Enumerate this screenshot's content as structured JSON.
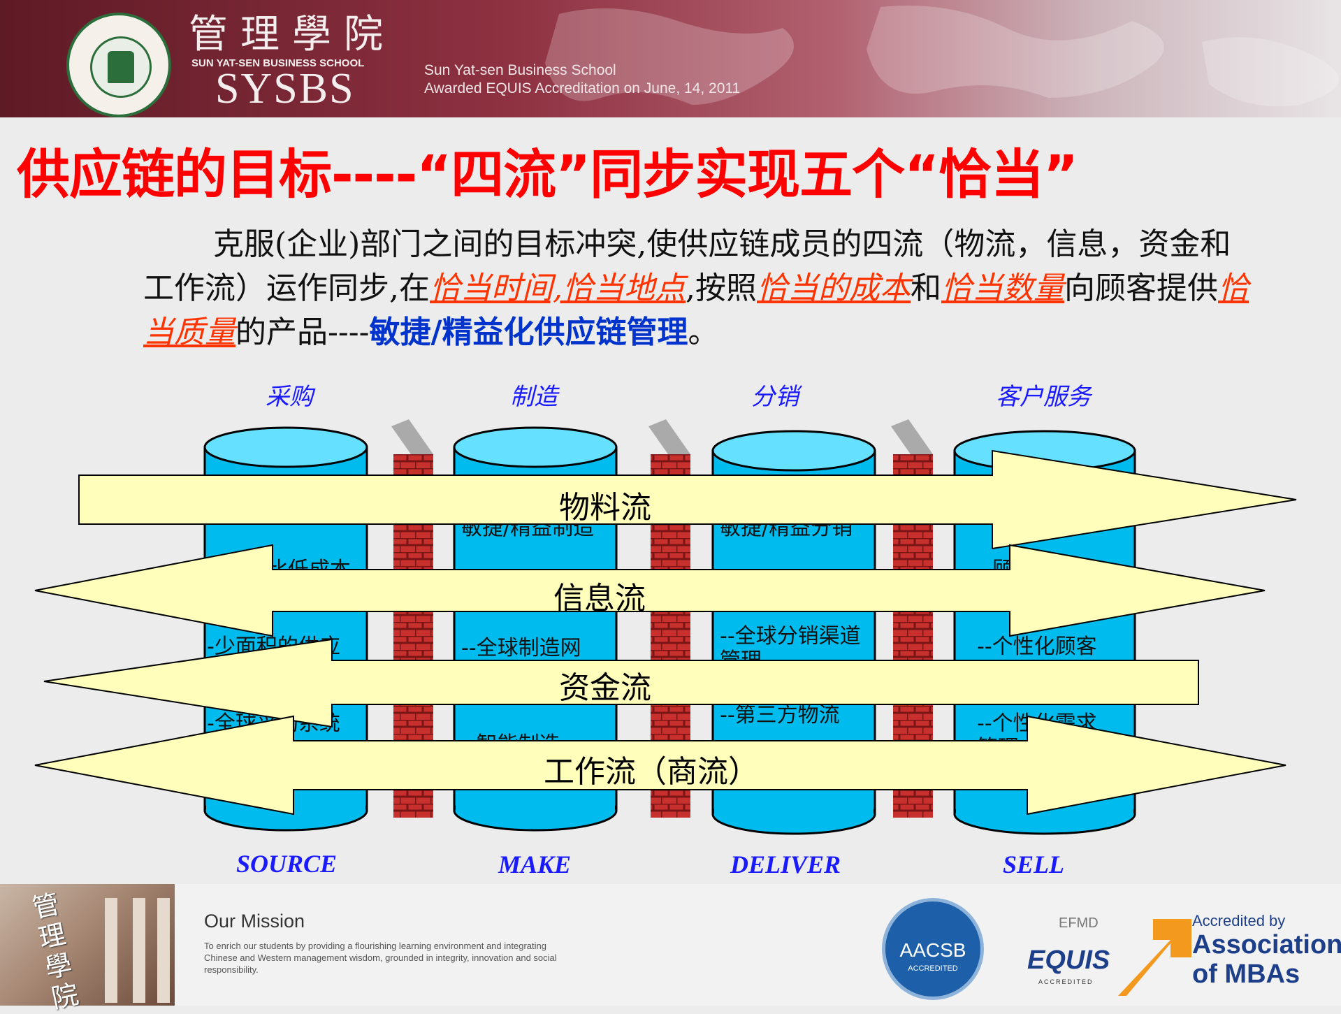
{
  "header": {
    "school_cn": "管理學院",
    "school_en": "SUN YAT-SEN BUSINESS SCHOOL",
    "school_abbr": "SYSBS",
    "note_line1": "Sun Yat-sen Business School",
    "note_line2": "Awarded EQUIS Accreditation on June, 14, 2011"
  },
  "title": "供应链的目标----“四流”同步实现五个“恰当”",
  "paragraph": {
    "p1": "克服(企业)部门之间的目标冲突,使供应链成员的四流（物流，信息，资金和工作流）运作同步,在",
    "h1": "恰当时间,恰当地点",
    "p2": ",按照",
    "h2": "恰当的成本",
    "p3": "和",
    "h3": "恰当数量",
    "p4": "向顾客提供",
    "h4": "恰当质量",
    "p5": "的产品----",
    "blue": "敏捷/精益化供应链管理",
    "end": "。"
  },
  "stages": [
    {
      "cn": "采购",
      "en": "SOURCE"
    },
    {
      "cn": "制造",
      "en": "MAKE"
    },
    {
      "cn": "分销",
      "en": "DELIVER"
    },
    {
      "cn": "客户服务",
      "en": "SELL"
    }
  ],
  "cylinder_texts": {
    "source": [
      "长比低成本",
      "-少面积的供应",
      "-全球采购系统"
    ],
    "make": [
      "敏捷/精益制造",
      "--全球制造网",
      "--智能制造"
    ],
    "deliver": [
      "敏捷/精益分销",
      "--全球分销渠道",
      "管理",
      "--第三方物流"
    ],
    "sell": [
      "--顾客满意分",
      "--个性化顾客",
      "--个性化需求",
      "管理"
    ]
  },
  "flows": {
    "material": "物料流",
    "information": "信息流",
    "funds": "资金流",
    "work": "工作流（商流）"
  },
  "footer": {
    "building_text": "管理學院",
    "mission_title": "Our Mission",
    "mission_text": "To enrich our students by providing a flourishing learning environment and integrating Chinese and Western management wisdom, grounded in integrity, innovation and social responsibility.",
    "aacsb": "AACSB",
    "aacsb_sub": "ACCREDITED",
    "efmd": "EFMD",
    "equis": "EQUIS",
    "equis_sub": "ACCREDITED",
    "amba_line1": "Accredited by",
    "amba_line2": "Association",
    "amba_line3": "of MBAs"
  },
  "colors": {
    "title_red": "#ff0000",
    "highlight": "#ff3300",
    "link_blue": "#0033cc",
    "cylinder": "#00bbee",
    "arrow_fill": "#ffffbb",
    "header_maroon": "#8e3141"
  }
}
